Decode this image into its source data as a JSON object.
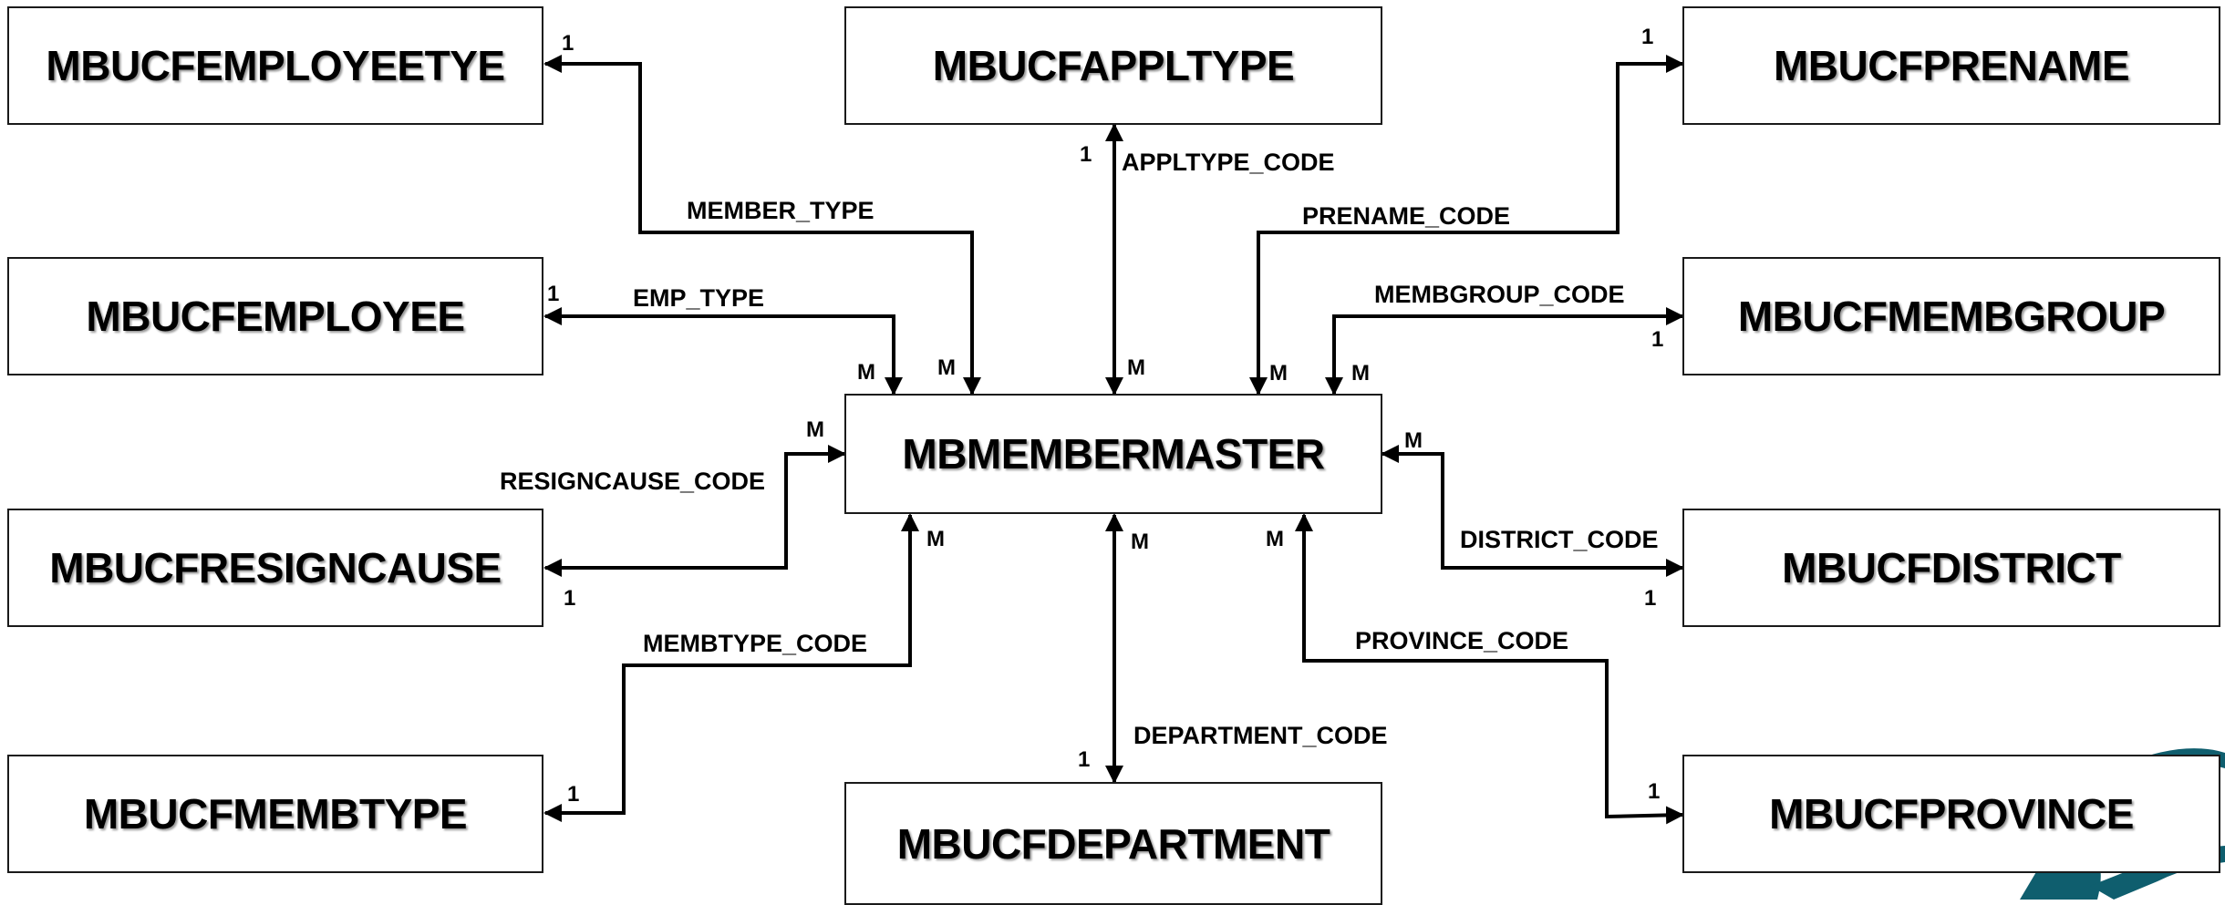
{
  "colors": {
    "line": "#000000",
    "box_border": "#1a1a1a",
    "text": "#000000",
    "watermark": "#0f5e6e"
  },
  "entities": {
    "center": "MBMEMBERMASTER",
    "employeetye": "MBUCFEMPLOYEETYE",
    "appltype": "MBUCFAPPLTYPE",
    "prename": "MBUCFPRENAME",
    "employee": "MBUCFEMPLOYEE",
    "membgroup": "MBUCFMEMBGROUP",
    "resigncause": "MBUCFRESIGNCAUSE",
    "district": "MBUCFDISTRICT",
    "membtype": "MBUCFMEMBTYPE",
    "department": "MBUCFDEPARTMENT",
    "province": "MBUCFPROVINCE"
  },
  "relations": {
    "member_type": "MEMBER_TYPE",
    "appltype_code": "APPLTYPE_CODE",
    "prename_code": "PRENAME_CODE",
    "emp_type": "EMP_TYPE",
    "membgroup_code": "MEMBGROUP_CODE",
    "resigncause_code": "RESIGNCAUSE_CODE",
    "district_code": "DISTRICT_CODE",
    "membtype_code": "MEMBTYPE_CODE",
    "province_code": "PROVINCE_CODE",
    "department_code": "DEPARTMENT_CODE"
  },
  "cardinality": {
    "one": "1",
    "many": "M"
  }
}
